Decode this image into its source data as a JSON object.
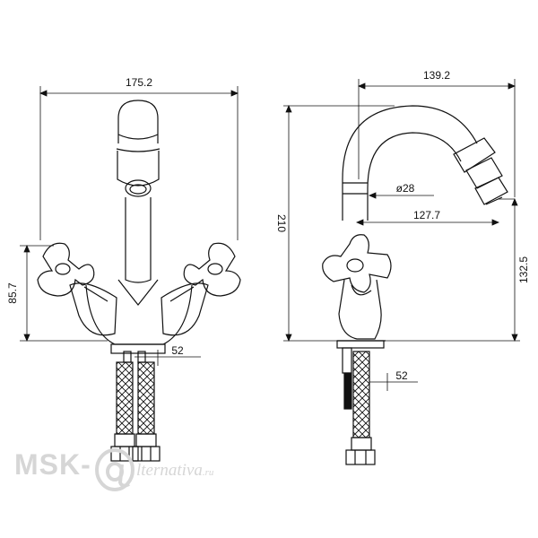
{
  "dimensions": {
    "front_width": "175.2",
    "front_handle_height": "85.7",
    "front_hose_spacing": "52",
    "side_spout_reach": "139.2",
    "side_spout_diameter": "ø28",
    "side_outlet_reach": "127.7",
    "side_total_height": "210",
    "side_outlet_height": "132.5",
    "side_hose_spacing": "52"
  },
  "watermark": {
    "prefix": "MSK-",
    "tail": "lternativa",
    "suffix": ".ru"
  },
  "colors": {
    "line": "#111111",
    "watermark": "#d6d6d6"
  },
  "icons": [
    "alternativa-logo-icon"
  ]
}
